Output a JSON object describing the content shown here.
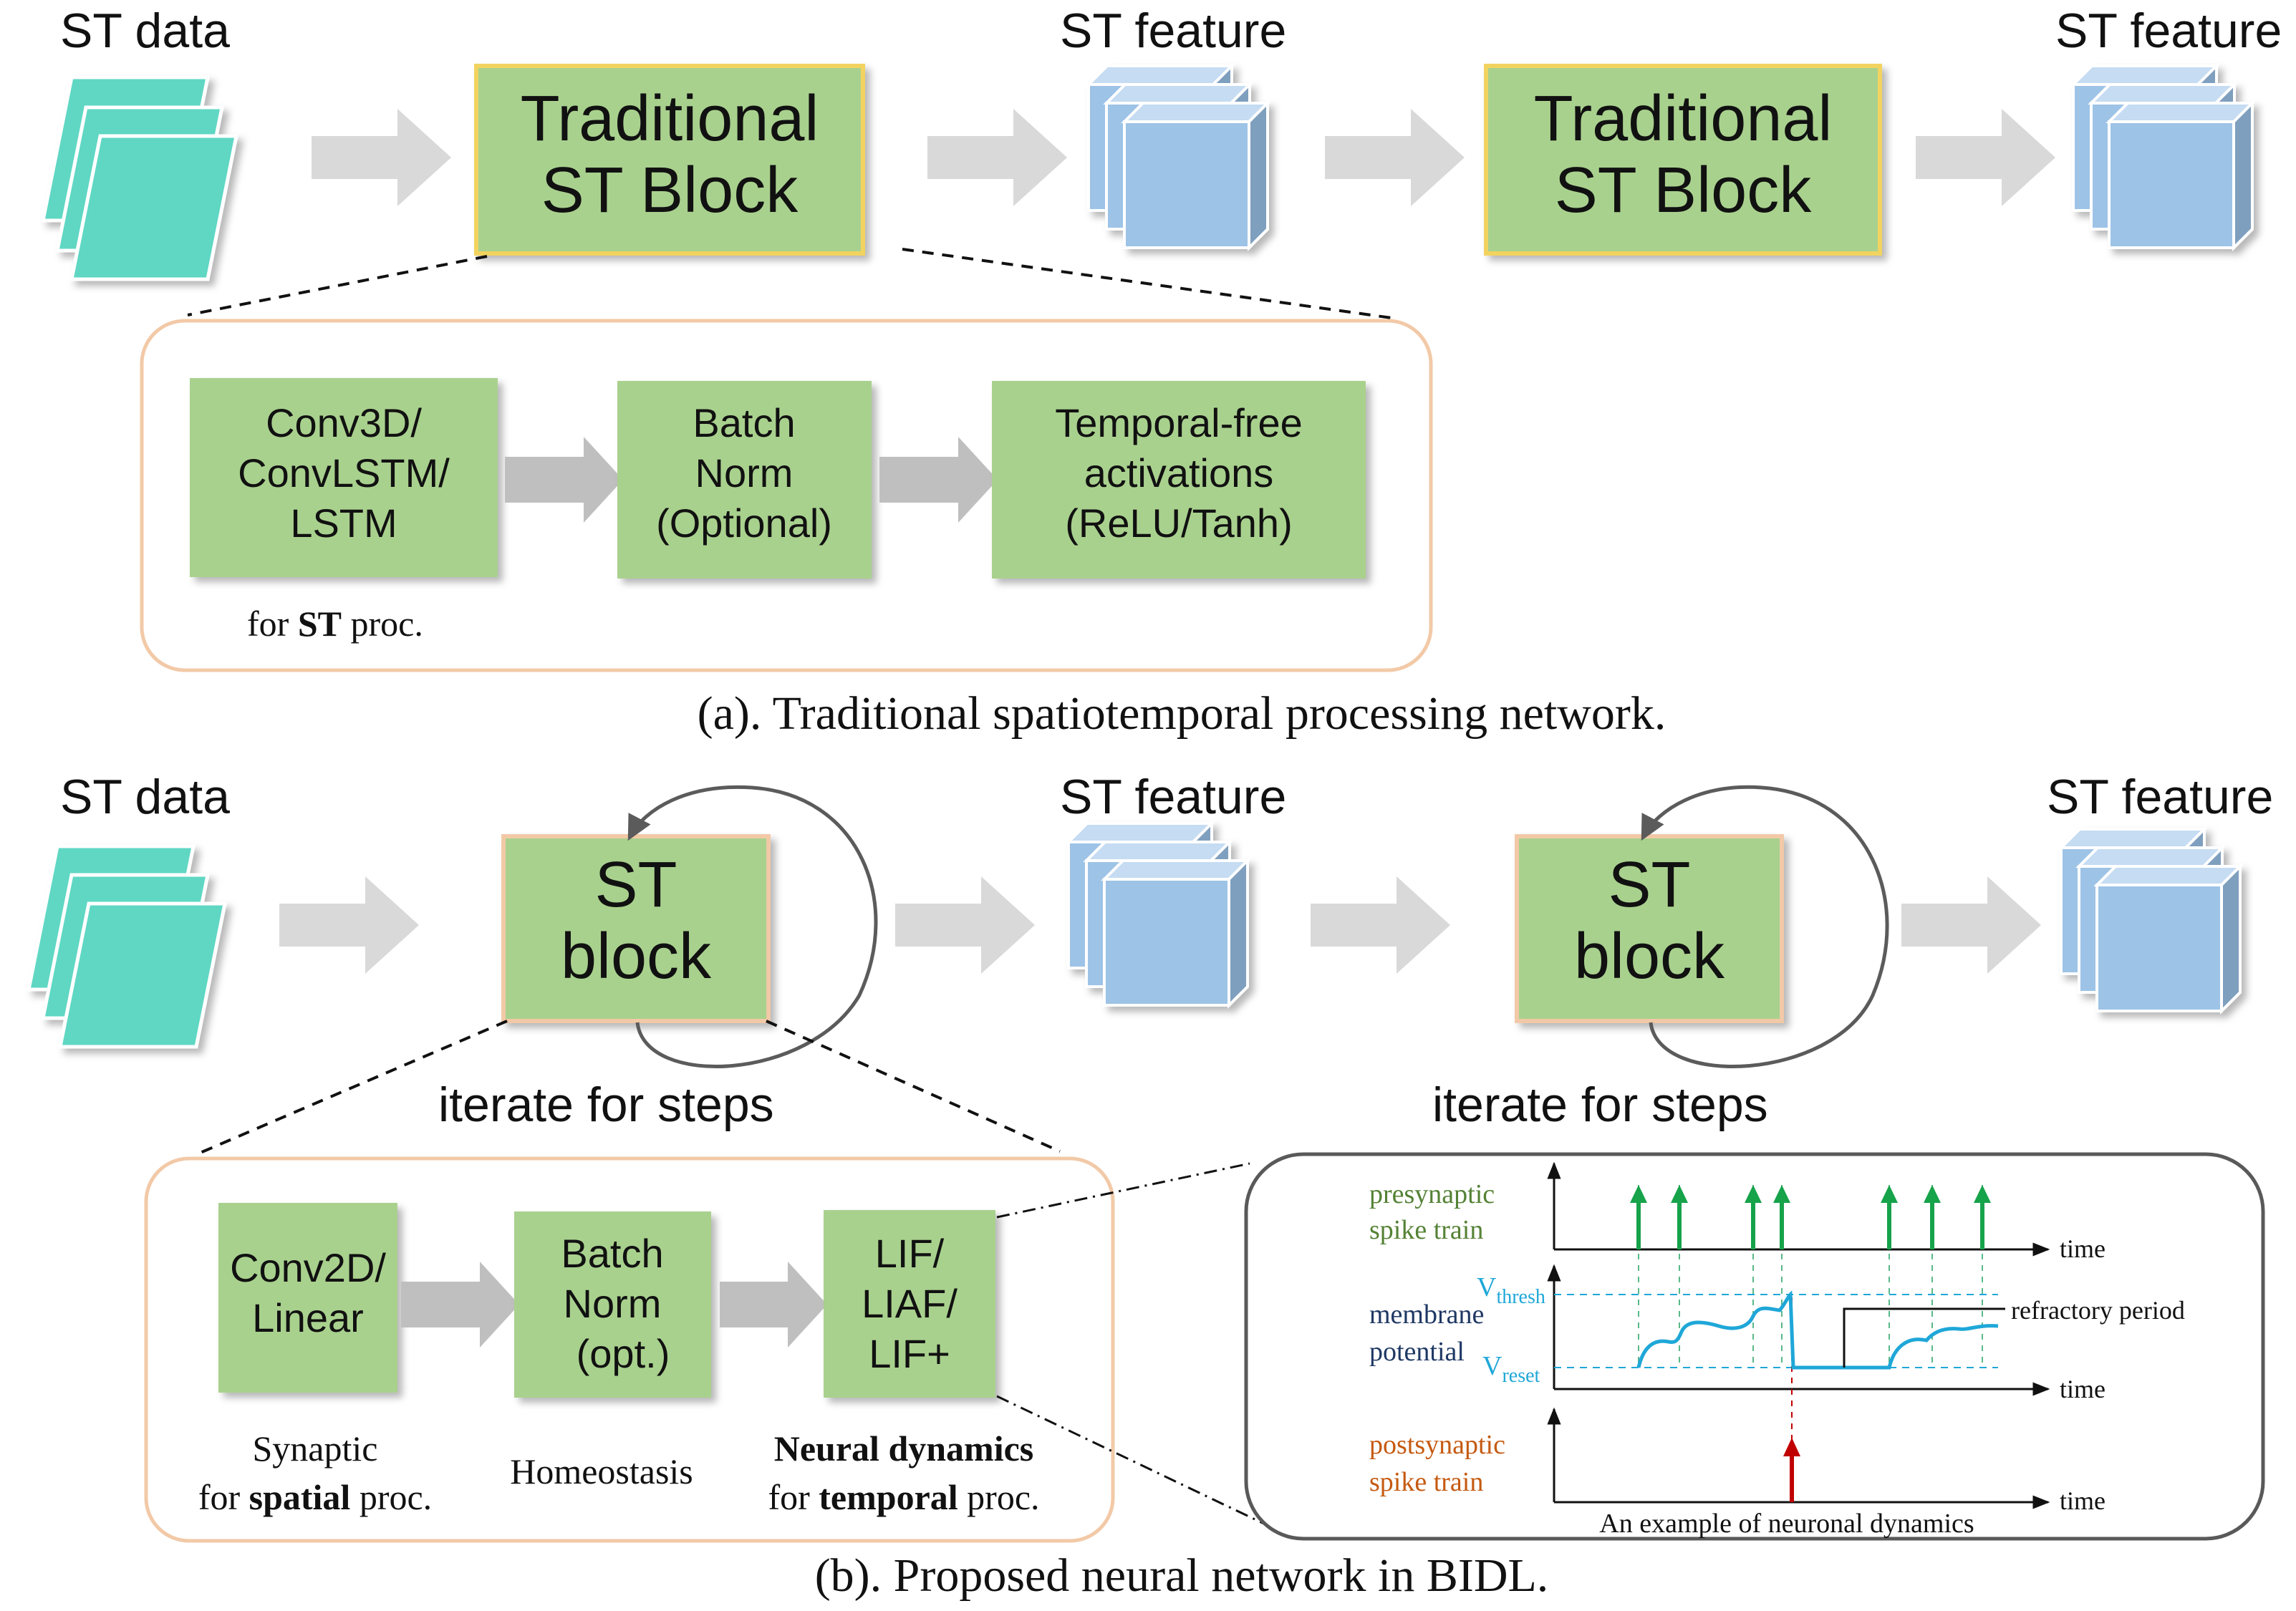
{
  "colors": {
    "block_green": "#a9d18e",
    "block_border_yellow": "#f2d35e",
    "block_border_peach": "#f2c9a7",
    "data_teal": "#5fd7c3",
    "cube_blue": "#9dc3e6",
    "arrow_gray": "#d9d9d9",
    "spike_green": "#16a34a",
    "spike_red": "#c00000",
    "membrane_cyan": "#1fa7d8",
    "pre_label_green": "#548235",
    "post_label_orange": "#c55a11",
    "membrane_label_navy": "#1f3864"
  },
  "panel_a": {
    "st_data_label": "ST data",
    "st_feature_label_1": "ST feature",
    "st_feature_label_2": "ST feature",
    "block1": {
      "line1": "Traditional",
      "line2": "ST Block"
    },
    "block2": {
      "line1": "Traditional",
      "line2": "ST Block"
    },
    "detail": {
      "conv": {
        "line1": "Conv3D/",
        "line2": "ConvLSTM/",
        "line3": "LSTM"
      },
      "bn": {
        "line1": "Batch",
        "line2": "Norm",
        "line3": "(Optional)"
      },
      "act": {
        "line1": "Temporal-free",
        "line2": "activations",
        "line3": "(ReLU/Tanh)"
      },
      "note_pre": "for ",
      "note_bold": "ST",
      "note_post": " proc."
    },
    "caption": "(a). Traditional spatiotemporal processing network."
  },
  "panel_b": {
    "st_data_label": "ST data",
    "st_feature_label_1": "ST feature",
    "st_feature_label_2": "ST feature",
    "block1": {
      "line1": "ST",
      "line2": "block"
    },
    "block2": {
      "line1": "ST",
      "line2": "block"
    },
    "iterate_1": "iterate for steps",
    "iterate_2": "iterate for steps",
    "detail": {
      "conv": {
        "line1": "Conv2D/",
        "line2": "Linear"
      },
      "bn": {
        "line1": "Batch",
        "line2": "Norm",
        "line3": "(opt.)"
      },
      "lif": {
        "line1": "LIF/",
        "line2": "LIAF/",
        "line3": "LIF+"
      },
      "syn_line1": "Synaptic",
      "syn_pre": "for ",
      "syn_bold": "spatial",
      "syn_post": " proc.",
      "homeo": "Homeostasis",
      "nd_bold": "Neural dynamics",
      "nd_pre": "for ",
      "nd_bold2": "temporal",
      "nd_post": " proc."
    },
    "neuron": {
      "pre_line1": "presynaptic",
      "pre_line2": "spike train",
      "mem_line1": "membrane",
      "mem_line2": "potential",
      "post_line1": "postsynaptic",
      "post_line2": "spike train",
      "v_letter": "V",
      "thresh_sub": "thresh",
      "reset_sub": "reset",
      "refractory": "refractory  period",
      "time_1": "time",
      "time_2": "time",
      "time_3": "time",
      "caption": "An example of neuronal dynamics"
    },
    "caption": "(b). Proposed neural network in BIDL."
  }
}
